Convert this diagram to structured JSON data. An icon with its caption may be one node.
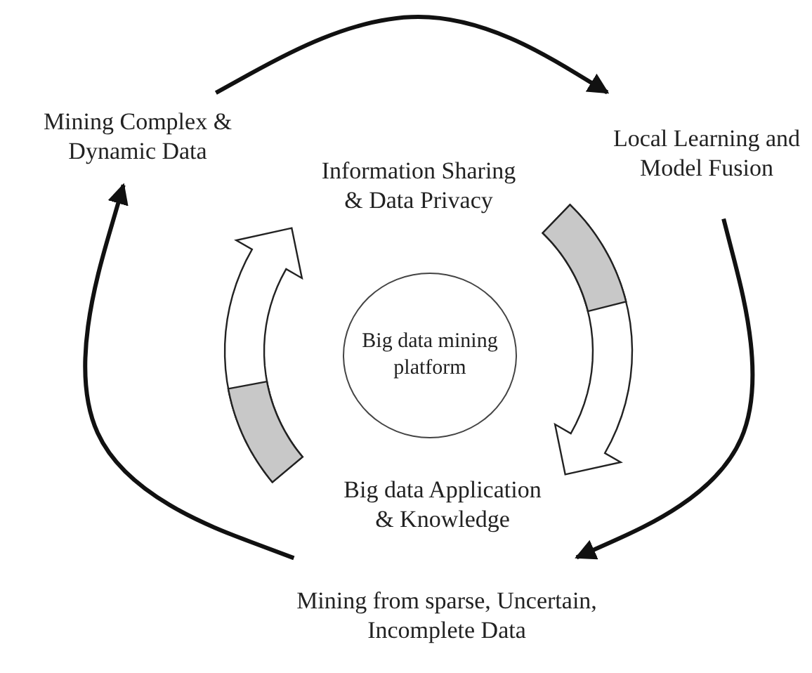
{
  "diagram": {
    "nodes": [
      {
        "text": [
          "Mining Complex & Dynamic Data"
        ]
      },
      {
        "text": [
          "Local Learning and Model Fusion"
        ]
      },
      {
        "text": [
          "Mining from sparse, Uncertain, Incomplete Data"
        ]
      },
      {
        "text": [
          "Information Sharing & Data Privacy"
        ]
      },
      {
        "text": [
          "Big data mining platform"
        ]
      },
      {
        "text": [
          "Big data Application & Knowledge"
        ]
      }
    ],
    "edges": [
      {
        "from": 0,
        "to": 1,
        "arrow": "to"
      },
      {
        "from": 1,
        "to": 2,
        "arrow": "to"
      },
      {
        "from": 2,
        "to": 0,
        "arrow": "to"
      }
    ]
  }
}
